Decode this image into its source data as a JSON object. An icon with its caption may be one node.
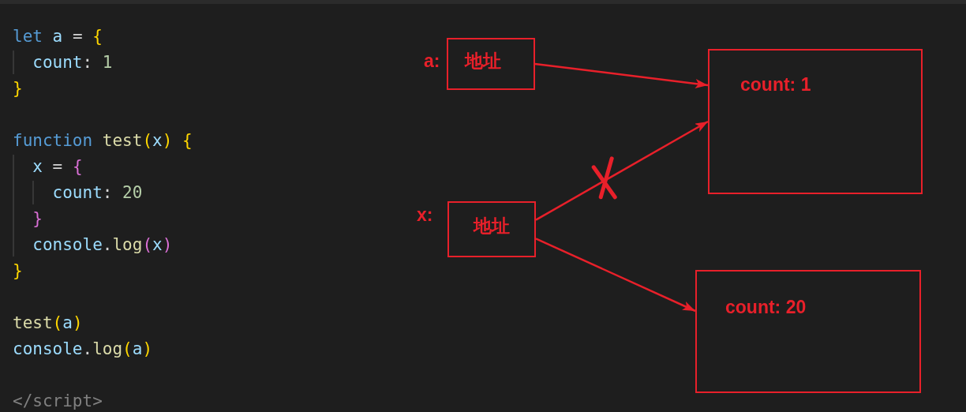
{
  "diagram": {
    "nodes": [
      {
        "text": [
          "地址"
        ],
        "beside": [
          "a:"
        ]
      },
      {
        "text": [
          "count: 1"
        ]
      },
      {
        "text": [
          "地址"
        ],
        "beside": [
          "x:"
        ]
      },
      {
        "text": [
          "count: 20"
        ]
      }
    ],
    "edges": [
      {
        "from": 0,
        "to": 1,
        "arrow": "to"
      },
      {
        "from": 2,
        "to": 1,
        "arrow": "to"
      },
      {
        "from": 2,
        "to": 3,
        "arrow": "to"
      }
    ],
    "labels": [
      "let a = {",
      "count: 1",
      "}",
      "function test(x) {",
      "x = {",
      "count: 20",
      "}",
      "console.log(x)",
      "}",
      "test(a)",
      "console.log(a)",
      "</script>"
    ]
  }
}
